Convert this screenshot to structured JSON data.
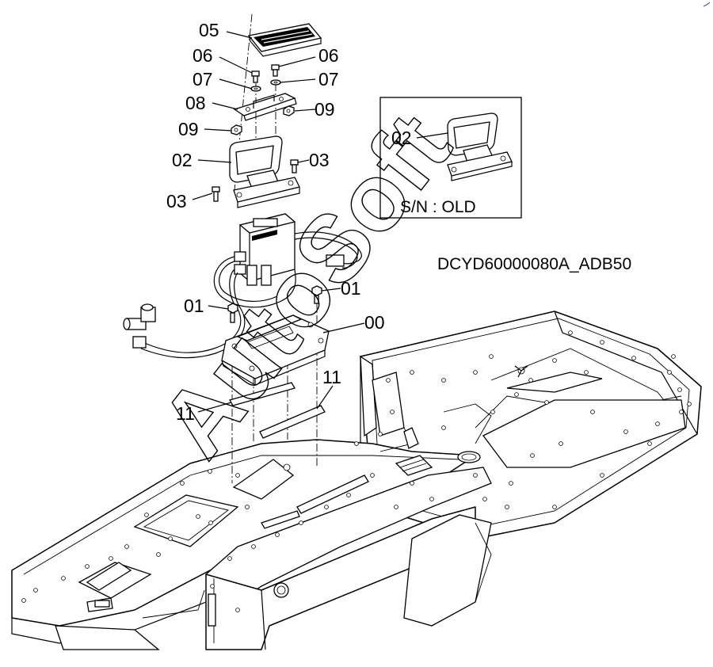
{
  "diagram": {
    "watermark": "AutoSoft",
    "drawing_code": "DCYD60000080A_ADB50",
    "inset": {
      "part_label": "02",
      "caption": "S/N : OLD"
    },
    "callouts": [
      {
        "id": "c05",
        "label": "05"
      },
      {
        "id": "c06a",
        "label": "06"
      },
      {
        "id": "c06b",
        "label": "06"
      },
      {
        "id": "c07a",
        "label": "07"
      },
      {
        "id": "c07b",
        "label": "07"
      },
      {
        "id": "c08",
        "label": "08"
      },
      {
        "id": "c09a",
        "label": "09"
      },
      {
        "id": "c09b",
        "label": "09"
      },
      {
        "id": "c02",
        "label": "02"
      },
      {
        "id": "c03a",
        "label": "03"
      },
      {
        "id": "c03b",
        "label": "03"
      },
      {
        "id": "c01a",
        "label": "01"
      },
      {
        "id": "c01b",
        "label": "01"
      },
      {
        "id": "c00",
        "label": "00"
      },
      {
        "id": "c11a",
        "label": "11"
      },
      {
        "id": "c11b",
        "label": "11"
      }
    ]
  }
}
